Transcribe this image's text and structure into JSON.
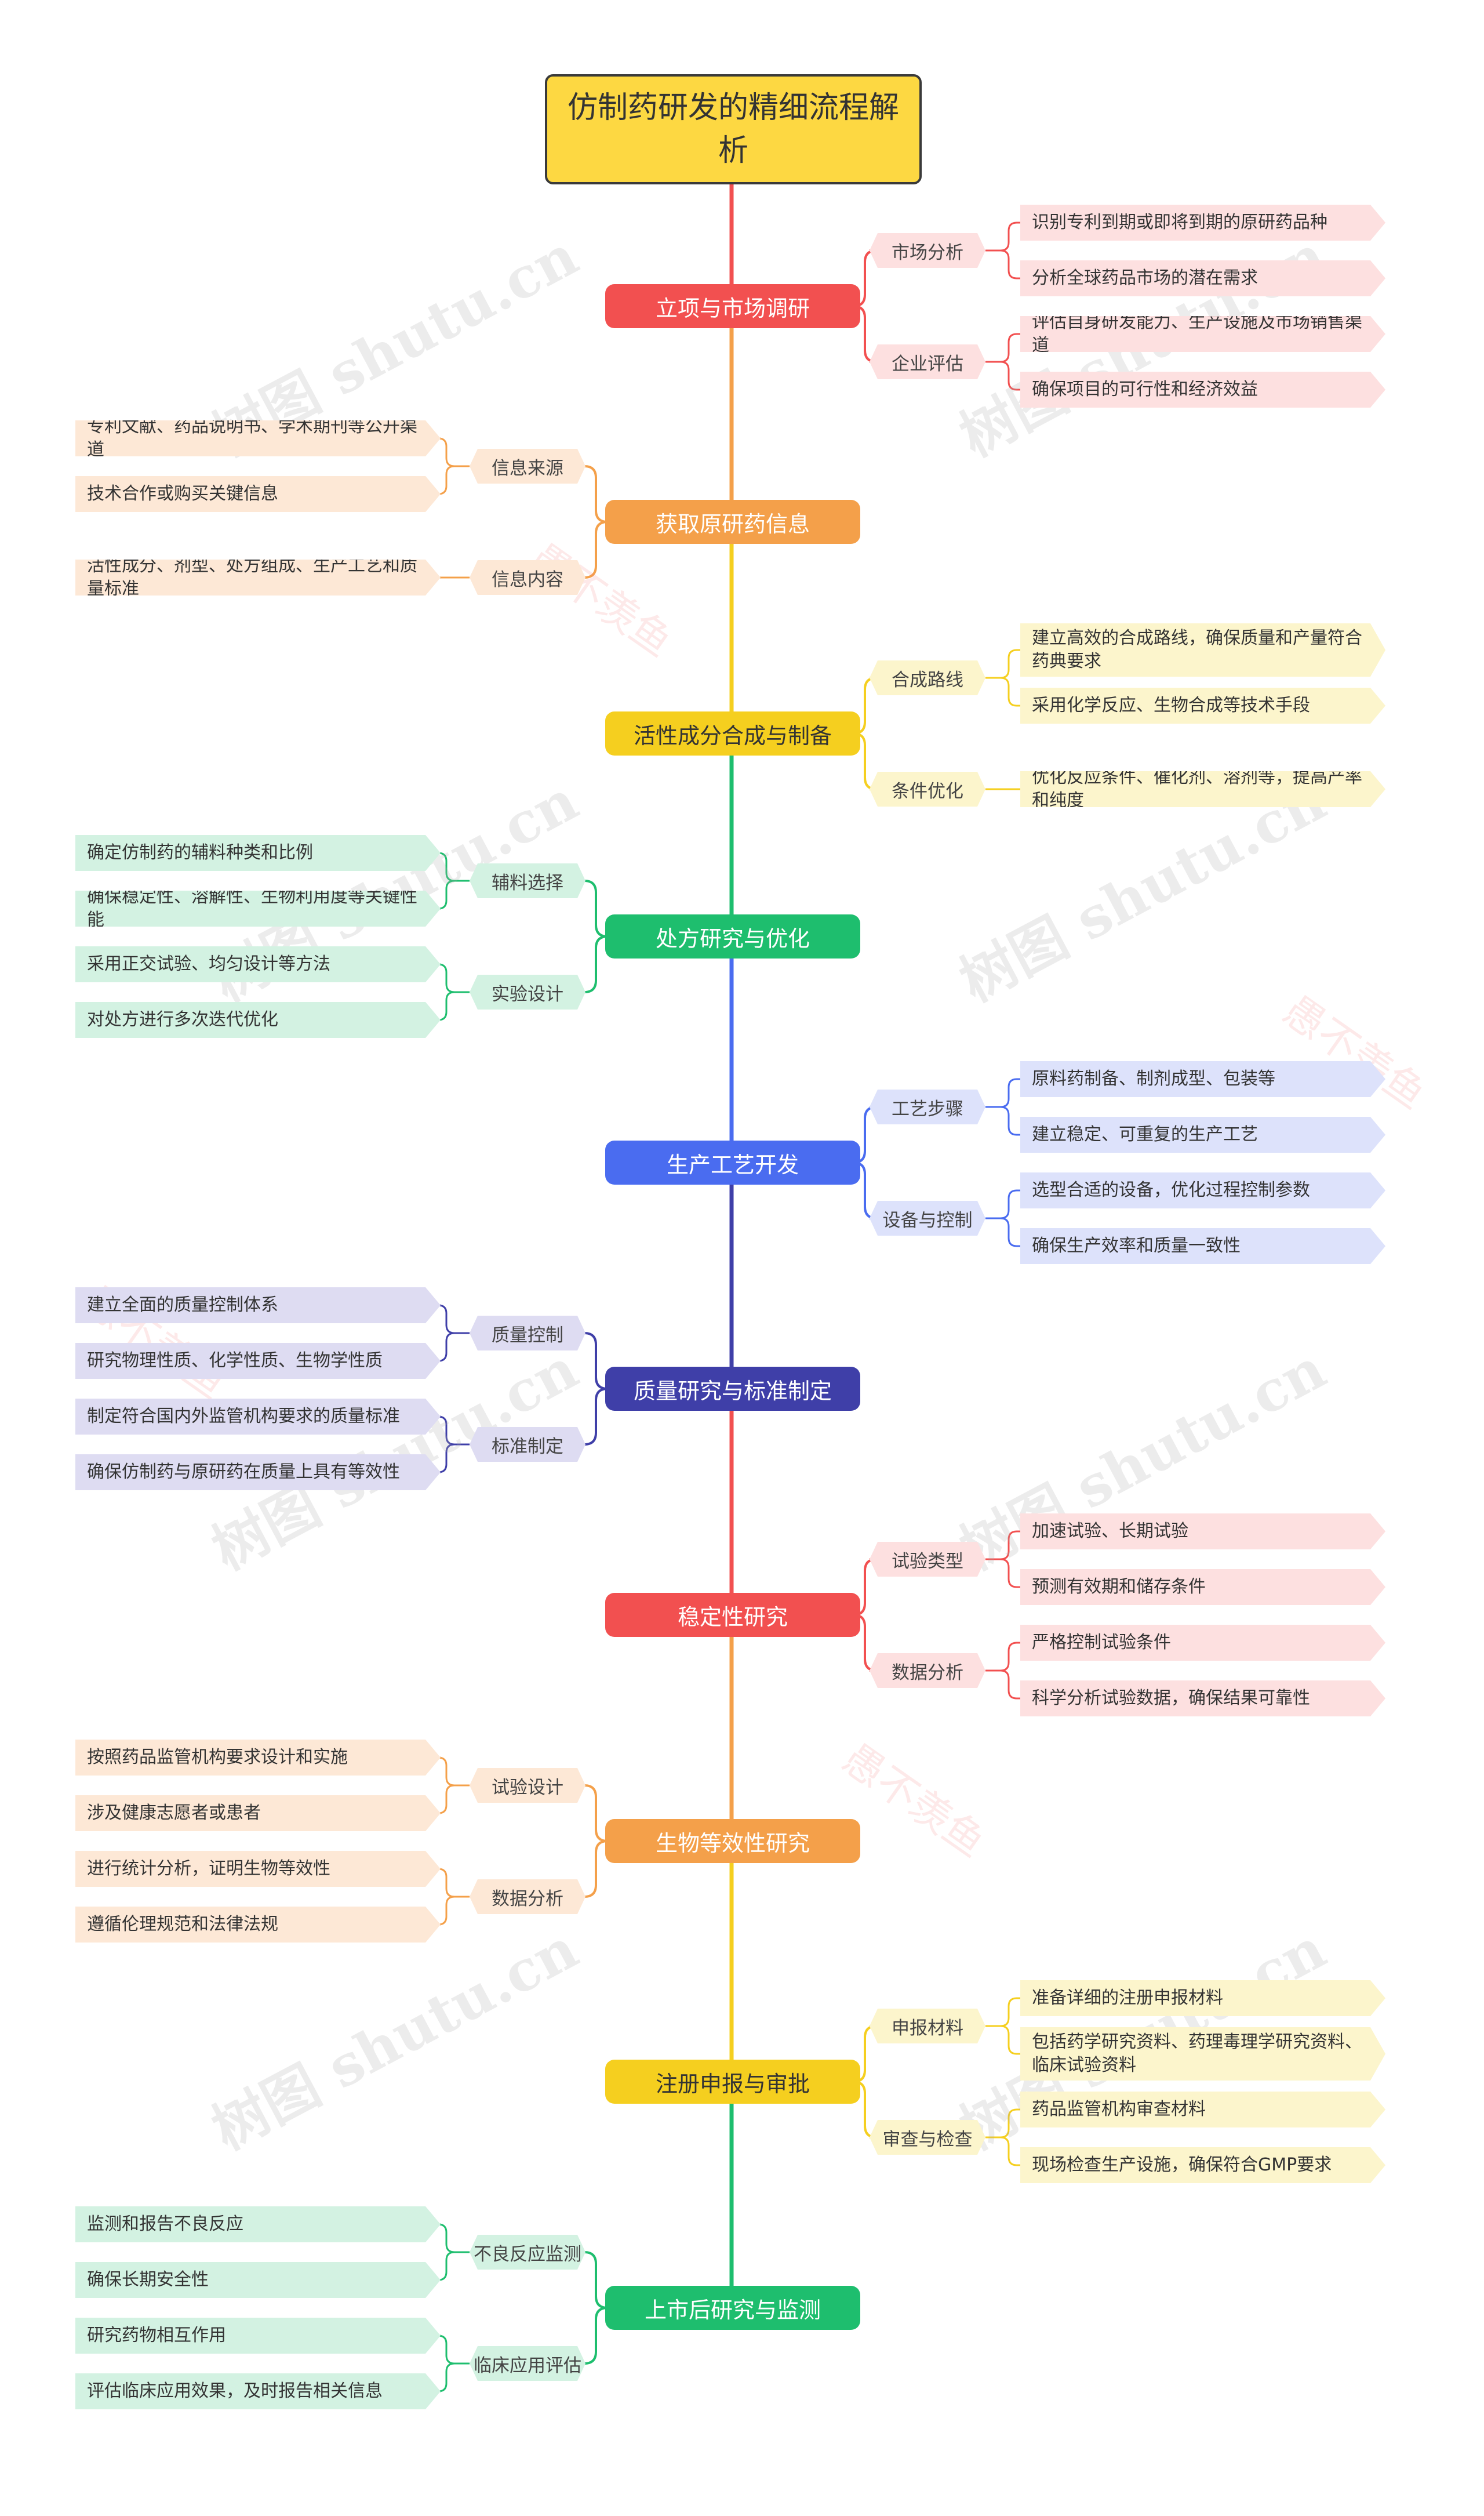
{
  "root": "仿制药研发的精细流程解析",
  "colors": {
    "root_bg": "#fdd842",
    "red": "#f25050",
    "orange": "#f4a04a",
    "yellow": "#f5cf1f",
    "green": "#1ebe6e",
    "blue": "#4a6cf0",
    "indigo": "#3f3fa8"
  },
  "branches": [
    {
      "title": "立项与市场调研",
      "color": "red",
      "side": "right",
      "subs": [
        {
          "label": "市场分析",
          "leaves": [
            "识别专利到期或即将到期的原研药品种",
            "分析全球药品市场的潜在需求"
          ]
        },
        {
          "label": "企业评估",
          "leaves": [
            "评估自身研发能力、生产设施及市场销售渠道",
            "确保项目的可行性和经济效益"
          ]
        }
      ]
    },
    {
      "title": "获取原研药信息",
      "color": "orange",
      "side": "left",
      "subs": [
        {
          "label": "信息来源",
          "leaves": [
            "专利文献、药品说明书、学术期刊等公开渠道",
            "技术合作或购买关键信息"
          ]
        },
        {
          "label": "信息内容",
          "leaves": [
            "活性成分、剂型、处方组成、生产工艺和质量标准"
          ]
        }
      ]
    },
    {
      "title": "活性成分合成与制备",
      "color": "yellow",
      "side": "right",
      "subs": [
        {
          "label": "合成路线",
          "leaves": [
            "建立高效的合成路线，确保质量和产量符合药典要求",
            "采用化学反应、生物合成等技术手段"
          ]
        },
        {
          "label": "条件优化",
          "leaves": [
            "优化反应条件、催化剂、溶剂等，提高产率和纯度"
          ]
        }
      ]
    },
    {
      "title": "处方研究与优化",
      "color": "green",
      "side": "left",
      "subs": [
        {
          "label": "辅料选择",
          "leaves": [
            "确定仿制药的辅料种类和比例",
            "确保稳定性、溶解性、生物利用度等关键性能"
          ]
        },
        {
          "label": "实验设计",
          "leaves": [
            "采用正交试验、均匀设计等方法",
            "对处方进行多次迭代优化"
          ]
        }
      ]
    },
    {
      "title": "生产工艺开发",
      "color": "blue",
      "side": "right",
      "subs": [
        {
          "label": "工艺步骤",
          "leaves": [
            "原料药制备、制剂成型、包装等",
            "建立稳定、可重复的生产工艺"
          ]
        },
        {
          "label": "设备与控制",
          "leaves": [
            "选型合适的设备，优化过程控制参数",
            "确保生产效率和质量一致性"
          ]
        }
      ]
    },
    {
      "title": "质量研究与标准制定",
      "color": "indigo",
      "side": "left",
      "subs": [
        {
          "label": "质量控制",
          "leaves": [
            "建立全面的质量控制体系",
            "研究物理性质、化学性质、生物学性质"
          ]
        },
        {
          "label": "标准制定",
          "leaves": [
            "制定符合国内外监管机构要求的质量标准",
            "确保仿制药与原研药在质量上具有等效性"
          ]
        }
      ]
    },
    {
      "title": "稳定性研究",
      "color": "red",
      "side": "right",
      "subs": [
        {
          "label": "试验类型",
          "leaves": [
            "加速试验、长期试验",
            "预测有效期和储存条件"
          ]
        },
        {
          "label": "数据分析",
          "leaves": [
            "严格控制试验条件",
            "科学分析试验数据，确保结果可靠性"
          ]
        }
      ]
    },
    {
      "title": "生物等效性研究",
      "color": "orange",
      "side": "left",
      "subs": [
        {
          "label": "试验设计",
          "leaves": [
            "按照药品监管机构要求设计和实施",
            "涉及健康志愿者或患者"
          ]
        },
        {
          "label": "数据分析",
          "leaves": [
            "进行统计分析，证明生物等效性",
            "遵循伦理规范和法律法规"
          ]
        }
      ]
    },
    {
      "title": "注册申报与审批",
      "color": "yellow",
      "side": "right",
      "subs": [
        {
          "label": "申报材料",
          "leaves": [
            "准备详细的注册申报材料",
            "包括药学研究资料、药理毒理学研究资料、临床试验资料"
          ]
        },
        {
          "label": "审查与检查",
          "leaves": [
            "药品监管机构审查材料",
            "现场检查生产设施，确保符合GMP要求"
          ]
        }
      ]
    },
    {
      "title": "上市后研究与监测",
      "color": "green",
      "side": "left",
      "subs": [
        {
          "label": "不良反应监测",
          "leaves": [
            "监测和报告不良反应",
            "确保长期安全性"
          ]
        },
        {
          "label": "临床应用评估",
          "leaves": [
            "研究药物相互作用",
            "评估临床应用效果，及时报告相关信息"
          ]
        }
      ]
    }
  ],
  "watermarks": [
    "树图 shutu.cn",
    "树图 shutu.cn",
    "树图 shutu.cn",
    "树图 shutu.cn",
    "树图 shutu.cn",
    "树图 shutu.cn",
    "树图 shutu.cn",
    "树图 shutu.cn"
  ],
  "watermarks_alt": [
    "愚不羡鱼",
    "愚不羡鱼",
    "愚不羡鱼",
    "愚不羡鱼"
  ]
}
